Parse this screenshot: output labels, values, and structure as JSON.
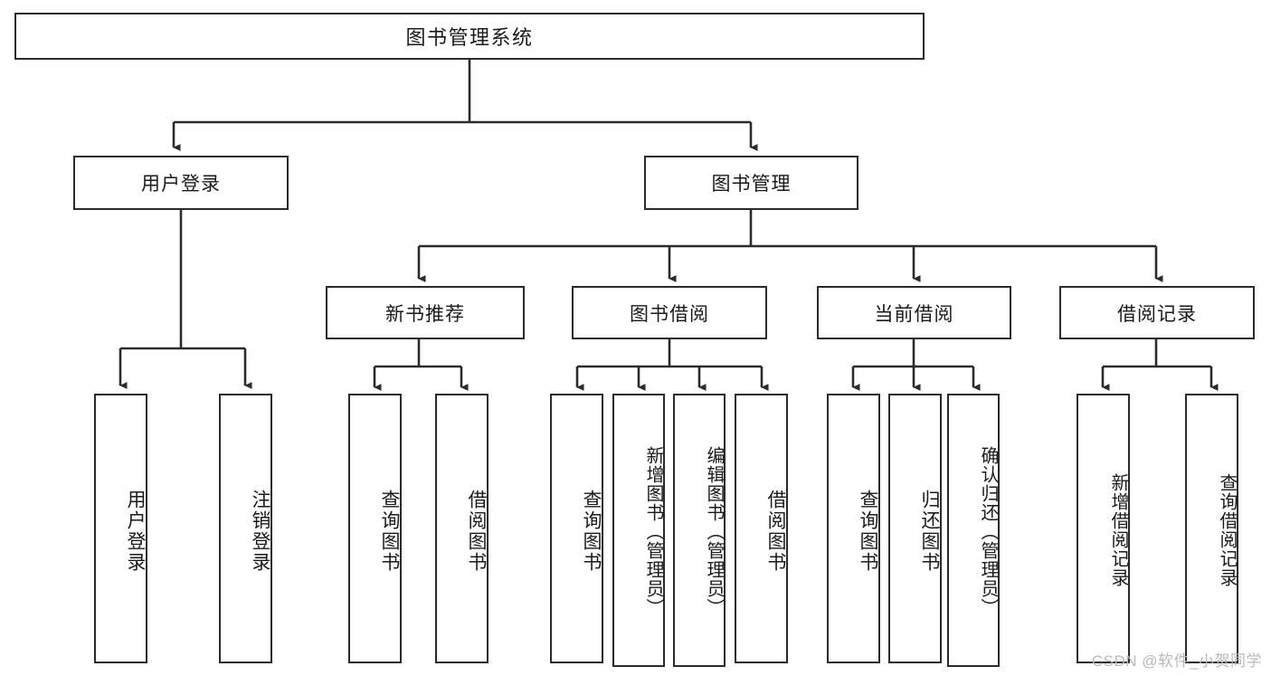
{
  "diagram": {
    "title": "图书管理系统",
    "type": "tree-hierarchy-chart",
    "watermark": "CSDN @软件_小贺同学",
    "colors": {
      "box_border": "#2b2b2b",
      "connector": "#2b2b2b",
      "background": "#ffffff",
      "text": "#1a1a1a",
      "watermark": "#b9b9b9"
    },
    "root": {
      "label": "图书管理系统"
    },
    "level2": [
      {
        "label": "用户登录"
      },
      {
        "label": "图书管理"
      }
    ],
    "level3": [
      {
        "label": "新书推荐"
      },
      {
        "label": "图书借阅"
      },
      {
        "label": "当前借阅"
      },
      {
        "label": "借阅记录"
      }
    ],
    "leaves": {
      "user_login": [
        {
          "label": "用户登录"
        },
        {
          "label": "注销登录"
        }
      ],
      "new_book_recommend": [
        {
          "label": "查询图书"
        },
        {
          "label": "借阅图书"
        }
      ],
      "book_borrow": [
        {
          "label": "查询图书"
        },
        {
          "label": "新增图书（管理员）"
        },
        {
          "label": "编辑图书（管理员）"
        },
        {
          "label": "借阅图书"
        }
      ],
      "current_borrow": [
        {
          "label": "查询图书"
        },
        {
          "label": "归还图书"
        },
        {
          "label": "确认归还（管理员）"
        }
      ],
      "borrow_record": [
        {
          "label": "新增借阅记录"
        },
        {
          "label": "查询借阅记录"
        }
      ]
    }
  }
}
